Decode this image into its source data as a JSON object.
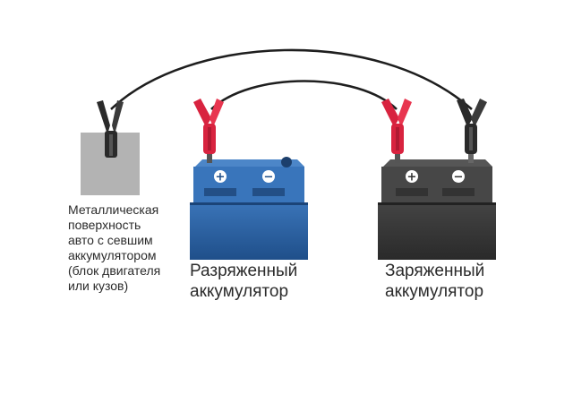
{
  "labels": {
    "metal_surface": "Металлическая\nповерхность\nавто с севшим\nаккумулятором\n(блок двигателя\nили кузов)",
    "discharged_battery": "Разряженный\nаккумулятор",
    "charged_battery": "Заряженный\nаккумулятор"
  },
  "terminals": {
    "plus": "+",
    "minus": "−"
  },
  "icons": {
    "clamp_black": "black-alligator-clamp-icon",
    "clamp_red": "red-alligator-clamp-icon",
    "battery": "car-battery-icon"
  },
  "colors": {
    "discharged_battery": "#2f64a3",
    "charged_battery": "#3a3a3a",
    "red_clamp": "#d8233f",
    "black_clamp": "#2a2a2a",
    "metal_plate": "#b3b3b3",
    "cable": "#222222"
  }
}
